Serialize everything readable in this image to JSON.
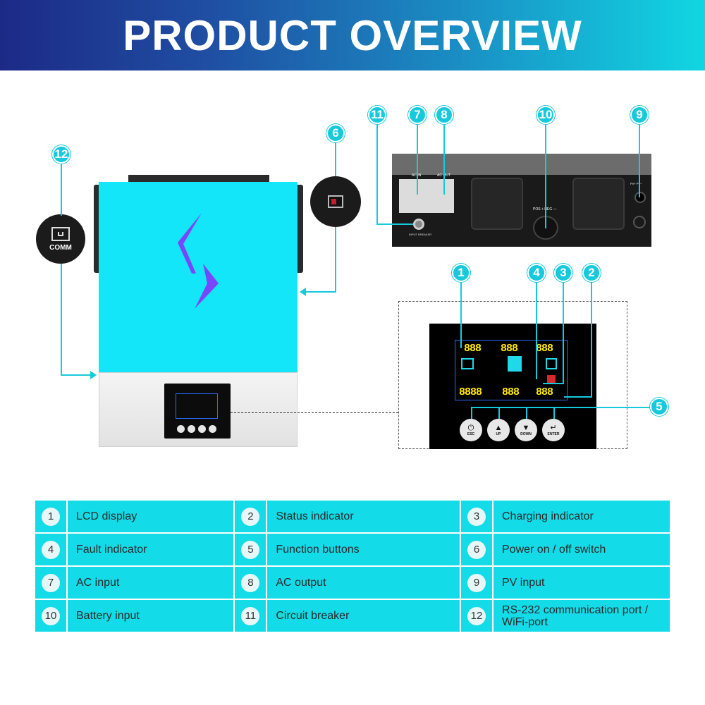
{
  "title": "PRODUCT OVERVIEW",
  "comm_label": "COMM",
  "terminal_labels": {
    "ac_in": "AC IN",
    "ac_out": "AC OUT",
    "input_breaker": "INPUT BREAKER",
    "pos": "POS +",
    "neg": "NEG —",
    "pv": "PV+ PV−"
  },
  "lcd": {
    "segments": [
      "888",
      "888",
      "888",
      "8888",
      "888",
      "888"
    ],
    "buttons": [
      {
        "label": "ESC",
        "glyph": "⏻"
      },
      {
        "label": "UP",
        "glyph": "▲"
      },
      {
        "label": "DOWN",
        "glyph": "▼"
      },
      {
        "label": "ENTER",
        "glyph": "↵"
      }
    ]
  },
  "callouts": [
    "1",
    "2",
    "3",
    "4",
    "5",
    "6",
    "7",
    "8",
    "9",
    "10",
    "11",
    "12"
  ],
  "legend": [
    [
      {
        "num": "1",
        "label": "LCD display"
      },
      {
        "num": "2",
        "label": "Status indicator"
      },
      {
        "num": "3",
        "label": "Charging indicator"
      }
    ],
    [
      {
        "num": "4",
        "label": "Fault indicator"
      },
      {
        "num": "5",
        "label": "Function buttons"
      },
      {
        "num": "6",
        "label": "Power on / off switch"
      }
    ],
    [
      {
        "num": "7",
        "label": "AC input"
      },
      {
        "num": "8",
        "label": "AC output"
      },
      {
        "num": "9",
        "label": "PV input"
      }
    ],
    [
      {
        "num": "10",
        "label": "Battery input"
      },
      {
        "num": "11",
        "label": "Circuit breaker"
      },
      {
        "num": "12",
        "label": "RS-232 communication port / WiFi-port"
      }
    ]
  ],
  "colors": {
    "accent": "#16c9dd",
    "table_cell": "#13dbe7",
    "banner_start": "#1c2a86",
    "banner_end": "#11d6e2",
    "lcd_digits": "#ffe600",
    "logo": "#7a45ff"
  }
}
